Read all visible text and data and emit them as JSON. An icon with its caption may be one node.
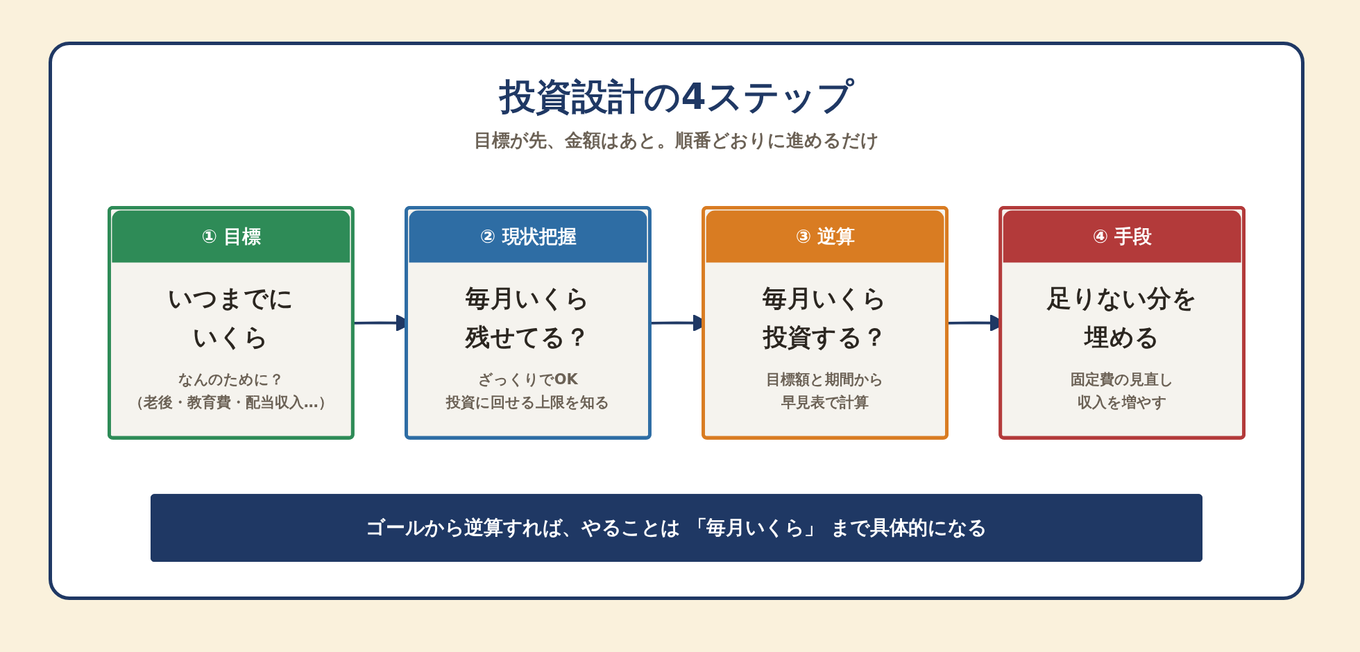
{
  "diagram": {
    "title": "投資設計の4ステップ",
    "caption": "目標が先、金額はあと。順番どおりに進めるだけ",
    "nodes": [
      {
        "text": [
          "① 目標",
          "いつまでにいくら",
          "なんのために？",
          "（老後・教育費・配当収入…）"
        ]
      },
      {
        "text": [
          "② 現状把握",
          "毎月いくら残せてる？",
          "ざっくりでOK",
          "投資に回せる上限を知る"
        ]
      },
      {
        "text": [
          "③ 逆算",
          "毎月いくら投資する？",
          "目標額と期間から",
          "早見表で計算"
        ]
      },
      {
        "text": [
          "④ 手段",
          "足りない分を埋める",
          "固定費の見直し",
          "収入を増やす"
        ]
      },
      {
        "text": [
          "ゴールから逆算すれば、やることは 「毎月いくら」 まで具体的になる"
        ]
      }
    ],
    "edges": [
      {
        "from": 0,
        "to": 1,
        "arrow": "to"
      },
      {
        "from": 1,
        "to": 2,
        "arrow": "to"
      },
      {
        "from": 2,
        "to": 3,
        "arrow": "to"
      }
    ]
  }
}
